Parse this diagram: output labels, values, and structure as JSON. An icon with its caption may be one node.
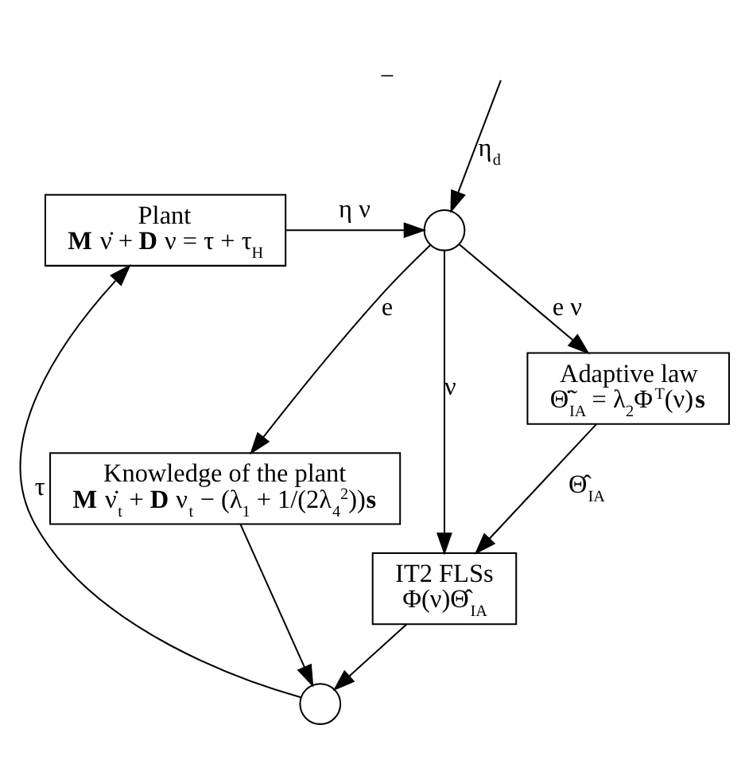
{
  "diagram": {
    "nodes": [
      {
        "text": [
          "Plant",
          "**M** ν̇ + **D** ν = τ + τ$_{H}$"
        ]
      },
      {
        "text": [],
        "shape": "circle"
      },
      {
        "text": [
          "Knowledge of the plant",
          "**M** ν̇$_{t}$ + **D** ν$_{t}$ − (λ$_{1}$ + 1/(2λ$_{4}$$^{2}$))**s**"
        ]
      },
      {
        "text": [],
        "shape": "circle"
      },
      {
        "text": [
          "IT2 FLSs",
          "Φ(ν)Θ̂$_{IA}$"
        ]
      },
      {
        "text": [
          "Adaptive law",
          "Θ̃̇$_{IA}$ = λ$_{2}$Φ$^{T}$(ν)**s**"
        ]
      }
    ],
    "edges": [
      {
        "from": 3,
        "to": 0,
        "arrow": "to",
        "label": "τ"
      },
      {
        "from": 0,
        "to": 1,
        "arrow": "to",
        "label": "η ν"
      },
      {
        "from": null,
        "to": 1,
        "arrow": "to",
        "label": "η$_{d}$"
      },
      {
        "from": 1,
        "to": 2,
        "arrow": "to",
        "label": "e"
      },
      {
        "from": 1,
        "to": 4,
        "arrow": "to",
        "label": "ν"
      },
      {
        "from": 1,
        "to": 5,
        "arrow": "to",
        "label": "e ν"
      },
      {
        "from": 2,
        "to": 3,
        "arrow": "to"
      },
      {
        "from": 4,
        "to": 3,
        "arrow": "to"
      },
      {
        "from": 5,
        "to": 4,
        "arrow": "to",
        "label": "Θ̂$_{IA}$"
      }
    ],
    "labels": [
      "−"
    ]
  }
}
